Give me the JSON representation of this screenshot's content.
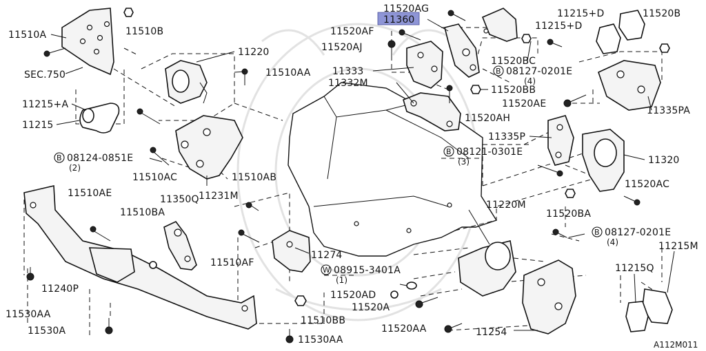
{
  "diagram": {
    "code": "A112M011",
    "labels": {
      "p11510A": "11510A",
      "p11510B": "11510B",
      "sec750": "SEC.750",
      "p11215A": "11215+A",
      "p11215": "11215",
      "bolt08124": "08124-0851E",
      "bolt08124_qty": "(2)",
      "p11220": "11220",
      "p11510AA": "11510AA",
      "p11510AC": "11510AC",
      "p11231M": "11231M",
      "p11510AB": "11510AB",
      "p11510AE": "11510AE",
      "p11350Q": "11350Q",
      "p11510BA": "11510BA",
      "p11240P": "11240P",
      "p11530AA_left": "11530AA",
      "p11530A": "11530A",
      "p11510AF": "11510AF",
      "p11274": "11274",
      "washer08915": "08915-3401A",
      "washer08915_qty": "(1)",
      "p11510BB": "11510BB",
      "p11530AA_bottom": "11530AA",
      "p11520AG": "11520AG",
      "p11360": "11360",
      "p11520AF": "11520AF",
      "p11520AJ": "11520AJ",
      "p11333": "11333",
      "p11332M": "11332M",
      "p11520BB": "11520BB",
      "p11520AH": "11520AH",
      "p11520BC": "11520BC",
      "bolt08127a": "08127-0201E",
      "bolt08127a_qty": "(4)",
      "p11215D_1": "11215+D",
      "p11215D_2": "11215+D",
      "p11520B": "11520B",
      "p11520AE": "11520AE",
      "p11335PA": "11335PA",
      "p11335P": "11335P",
      "bolt08121": "08121-0301E",
      "bolt08121_qty": "(3)",
      "p11320": "11320",
      "p11520AC": "11520AC",
      "p11520BA": "11520BA",
      "p11220M": "11220M",
      "bolt08127b": "08127-0201E",
      "bolt08127b_qty": "(4)",
      "p11215M": "11215M",
      "p11215Q": "11215Q",
      "p11520AD": "11520AD",
      "p11520A": "11520A",
      "p11520AA": "11520AA",
      "p11254": "11254"
    },
    "bolt_marker": "B",
    "washer_marker": "W",
    "highlight_color": "#8e95d6"
  }
}
